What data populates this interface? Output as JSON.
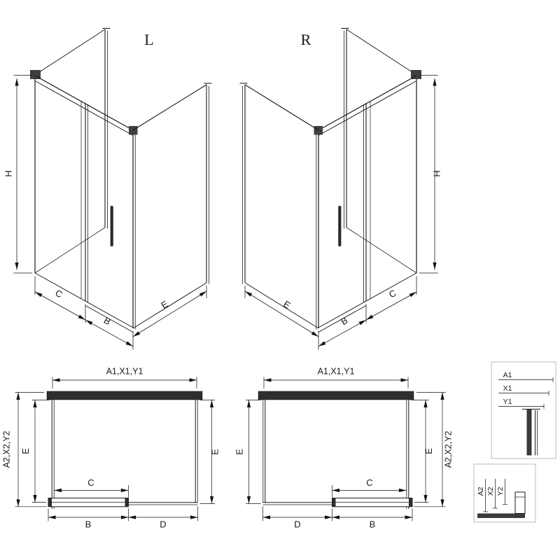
{
  "drawing": {
    "iso_left": {
      "variant": "L",
      "dim_h": "H",
      "dim_c": "C",
      "dim_b": "B",
      "dim_e": "E"
    },
    "iso_right": {
      "variant": "R",
      "dim_h": "H",
      "dim_c": "C",
      "dim_b": "B",
      "dim_e": "E"
    },
    "plan_left": {
      "dim_top": "A1,X1,Y1",
      "dim_side_outer": "A2,X2,Y2",
      "dim_depth_left": "E",
      "dim_depth_right": "E",
      "dim_door": "C",
      "dim_bottom_left": "B",
      "dim_bottom_right": "D"
    },
    "plan_right": {
      "dim_top": "A1,X1,Y1",
      "dim_side_outer": "A2,X2,Y2",
      "dim_depth_left": "E",
      "dim_depth_right": "E",
      "dim_door": "C",
      "dim_bottom_left": "D",
      "dim_bottom_right": "B"
    },
    "detail_top": {
      "dim_1": "A1",
      "dim_2": "X1",
      "dim_3": "Y1"
    },
    "detail_bottom": {
      "dim_1": "A2",
      "dim_2": "X2",
      "dim_3": "Y2"
    }
  },
  "colors": {
    "line": "#1a1a1a",
    "profile_fill": "#2e2e2e",
    "frame": "#aaaaaa"
  }
}
